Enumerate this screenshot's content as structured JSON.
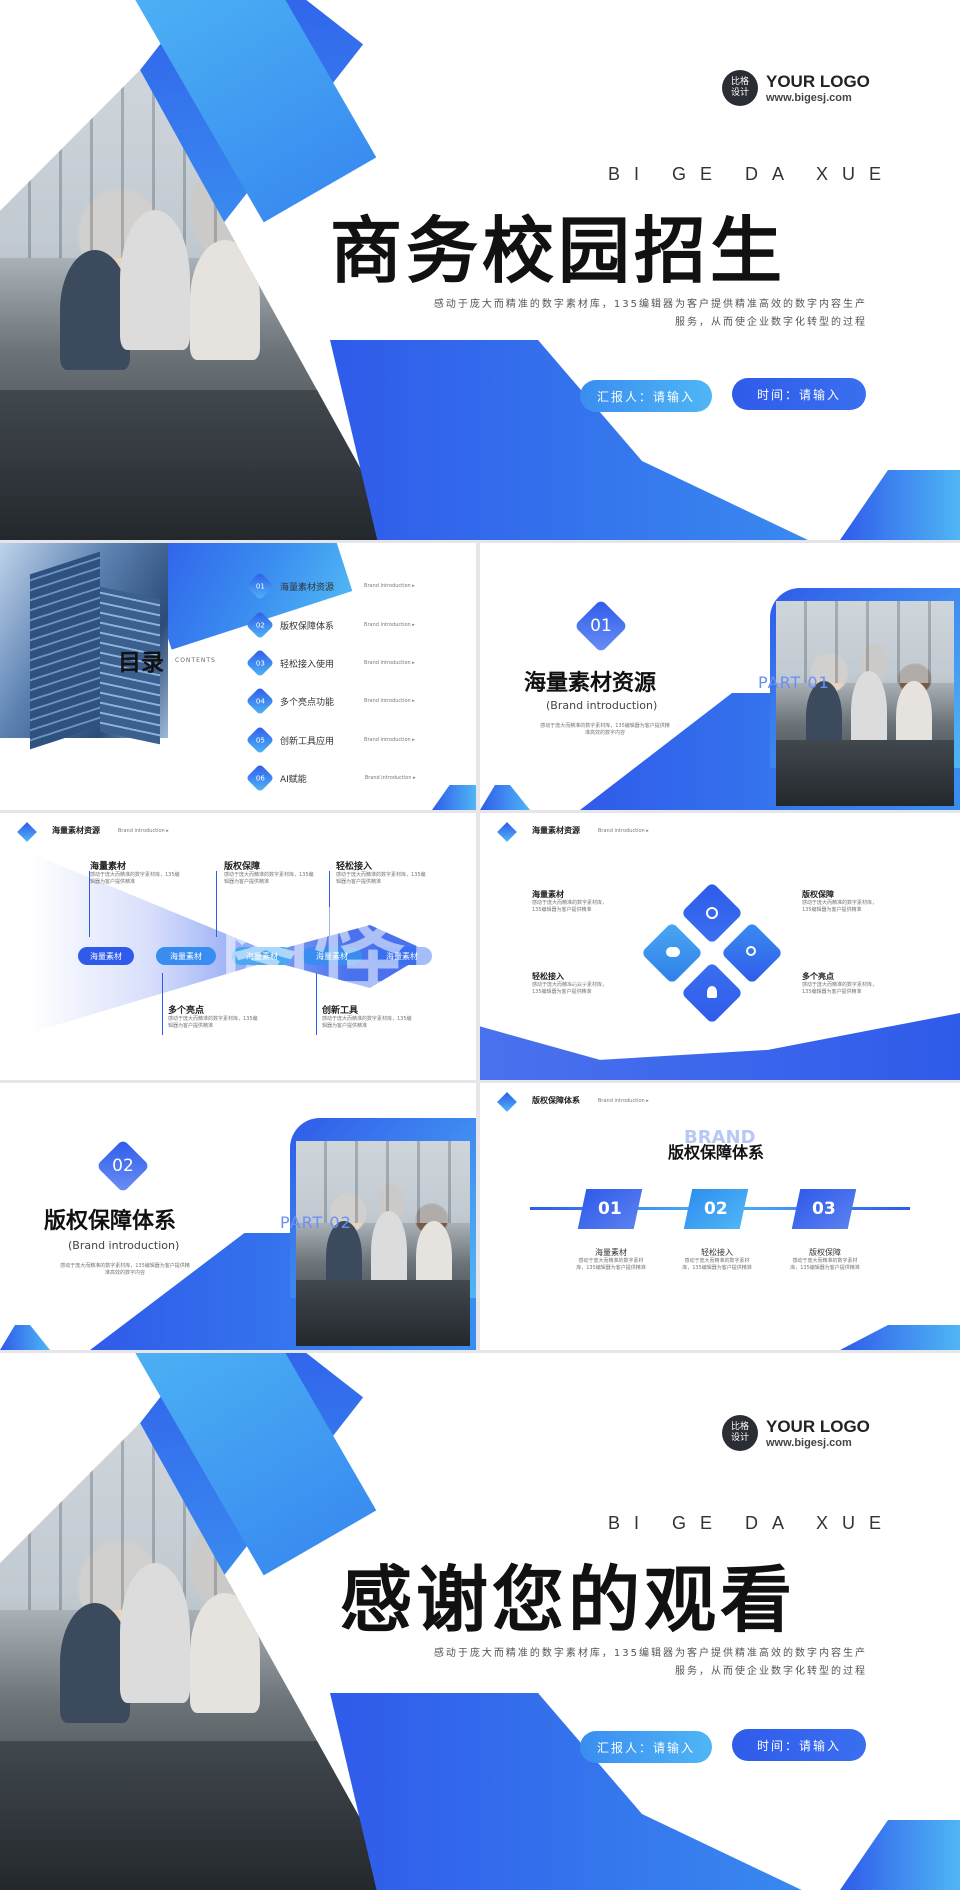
{
  "cover": {
    "logo_badge": "比格\n设计",
    "logo_title": "YOUR LOGO",
    "logo_url": "www.bigesj.com",
    "subtitle": "BI GE DA XUE",
    "title": "商务校园招生",
    "desc_line1": "感动于庞大而精准的数字素材库，135编辑器为客户提供精准高效的数字内容生产",
    "desc_line2": "服务，从而使企业数字化转型的过程",
    "reporter": "汇报人：请输入",
    "time": "时间：请输入"
  },
  "toc": {
    "title": "目录",
    "subtitle": "CONTENTS",
    "items": [
      {
        "num": "01",
        "label": "海量素材资源",
        "note": "Brand introduction ▸"
      },
      {
        "num": "02",
        "label": "版权保障体系",
        "note": "Brand introduction ▸"
      },
      {
        "num": "03",
        "label": "轻松接入使用",
        "note": "Brand introduction ▸"
      },
      {
        "num": "04",
        "label": "多个亮点功能",
        "note": "Brand introduction ▸"
      },
      {
        "num": "05",
        "label": "创新工具应用",
        "note": "Brand introduction ▸"
      },
      {
        "num": "06",
        "label": "AI赋能",
        "note": "Brand introduction ▸"
      }
    ]
  },
  "part1": {
    "num": "01",
    "title": "海量素材资源",
    "sub": "(Brand introduction)",
    "part_label": "PART 01",
    "tiny": "感动于庞大而精准的数字素材库，135编辑器为客户提供精准高效的数字内容"
  },
  "flow": {
    "header": "海量素材资源",
    "header_note": "Brand introduction ▸",
    "top_labels": [
      {
        "title": "海量素材",
        "text": "感动于庞大而精准的数字素材库，135编辑器为客户提供精准"
      },
      {
        "title": "版权保障",
        "text": "感动于庞大而精准的数字素材库，135编辑器为客户提供精准"
      },
      {
        "title": "轻松接入",
        "text": "感动于庞大而精准的数字素材库，135编辑器为客户提供精准"
      }
    ],
    "bottom_labels": [
      {
        "title": "多个亮点",
        "text": "感动于庞大而精准的数字素材库，135编辑器为客户提供精准"
      },
      {
        "title": "创新工具",
        "text": "感动于庞大而精准的数字素材库，135编辑器为客户提供精准"
      }
    ],
    "pills": [
      "海量素材",
      "海量素材",
      "海量素材",
      "海量素材",
      "海量素材"
    ]
  },
  "diamonds": {
    "header": "海量素材资源",
    "header_note": "Brand introduction ▸",
    "labels": [
      {
        "title": "海量素材",
        "text": "感动于庞大而精准的数字素材库，135编辑器为客户提供精准"
      },
      {
        "title": "版权保障",
        "text": "感动于庞大而精准的数字素材库，135编辑器为客户提供精准"
      },
      {
        "title": "轻松接入",
        "text": "感动于庞大而精准的数字素材库，135编辑器为客户提供精准"
      },
      {
        "title": "多个亮点",
        "text": "感动于庞大而精准的数字素材库，135编辑器为客户提供精准"
      }
    ]
  },
  "part2": {
    "num": "02",
    "title": "版权保障体系",
    "sub": "(Brand introduction)",
    "part_label": "PART 02",
    "tiny": "感动于庞大而精准的数字素材库，135编辑器为客户提供精准高效的数字内容"
  },
  "steps": {
    "header": "版权保障体系",
    "header_note": "Brand introduction ▸",
    "brand_bg": "BRAND",
    "title": "版权保障体系",
    "items": [
      {
        "num": "01",
        "title": "海量素材",
        "text": "感动于庞大而精准的数字素材库，135编辑器为客户提供精准"
      },
      {
        "num": "02",
        "title": "轻松接入",
        "text": "感动于庞大而精准的数字素材库，135编辑器为客户提供精准"
      },
      {
        "num": "03",
        "title": "版权保障",
        "text": "感动于庞大而精准的数字素材库，135编辑器为客户提供精准"
      }
    ]
  },
  "ending": {
    "logo_badge": "比格\n设计",
    "logo_title": "YOUR LOGO",
    "logo_url": "www.bigesj.com",
    "subtitle": "BI GE DA XUE",
    "title": "感谢您的观看",
    "desc_line1": "感动于庞大而精准的数字素材库，135编辑器为客户提供精准高效的数字内容生产",
    "desc_line2": "服务，从而使企业数字化转型的过程",
    "reporter": "汇报人：请输入",
    "time": "时间：请输入"
  },
  "watermark": "图怪PPT",
  "colors": {
    "primary": "#2f5bea",
    "accent": "#4fb6f5",
    "text": "#111111"
  }
}
